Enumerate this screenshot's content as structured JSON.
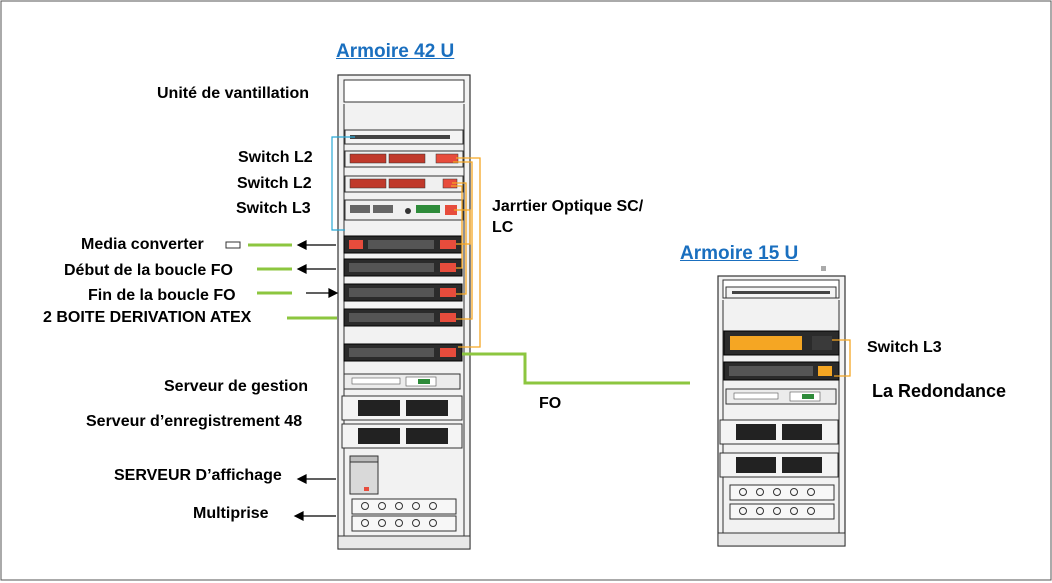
{
  "titles": {
    "rack42": "Armoire 42 U",
    "rack15": "Armoire 15 U"
  },
  "labels": {
    "ventilation": "Unité de vantillation",
    "switch_l2_a": "Switch L2",
    "switch_l2_b": "Switch L2",
    "switch_l3": "Switch L3",
    "media_converter": "Media converter",
    "debut_boucle": "Début de la boucle FO",
    "fin_boucle": "Fin de la boucle FO",
    "boite_derivation": "2 BOITE DERIVATION ATEX",
    "serveur_gestion": "Serveur de gestion",
    "serveur_enregistrement": "Serveur d’enregistrement 48",
    "serveur_affichage": "SERVEUR D’affichage",
    "multiprise": "Multiprise",
    "jarretier_line1": "Jarrtier Optique SC/",
    "jarretier_line2": "LC",
    "fo": "FO",
    "switch_l3_right": "Switch L3",
    "redondance": "La Redondance"
  },
  "colors": {
    "title_blue": "#1a6fbf",
    "fiber_green": "#8cc63f",
    "jumper_orange": "#f5a623",
    "link_cyan": "#29a9d6"
  }
}
